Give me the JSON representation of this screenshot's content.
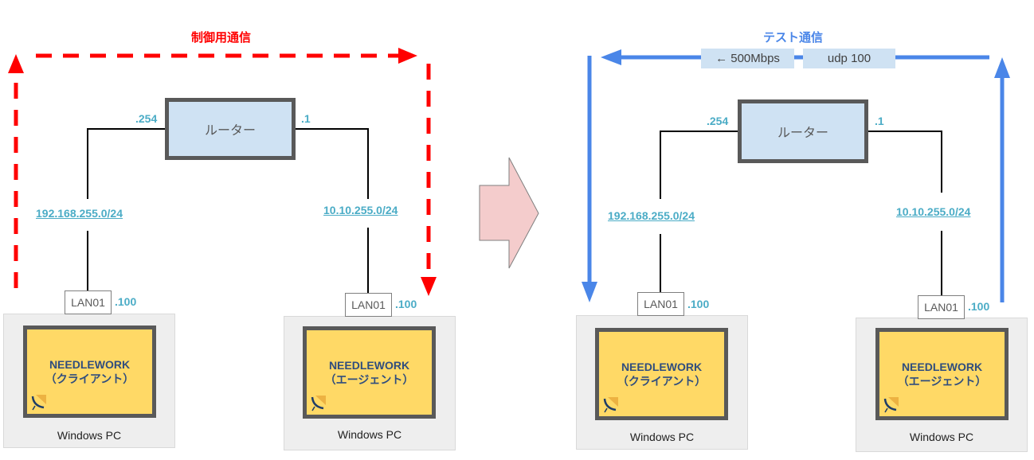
{
  "colors": {
    "control_flow": "#ff0000",
    "test_flow": "#4a86e8",
    "ip_label": "#4bacc6",
    "router_fill": "#cfe2f3",
    "app_fill": "#ffd966",
    "border": "#595959",
    "transition_arrow": "#f4cccc"
  },
  "left_panel": {
    "flow_title": "制御用通信",
    "router": {
      "label": "ルーター",
      "left_ip": ".254",
      "right_ip": ".1"
    },
    "left_network": "192.168.255.0/24",
    "right_network": "10.10.255.0/24",
    "client": {
      "port": "LAN01",
      "ip": ".100",
      "app_name": "NEEDLEWORK",
      "role": "（クライアント）",
      "host": "Windows PC"
    },
    "agent": {
      "port": "LAN01",
      "ip": ".100",
      "app_name": "NEEDLEWORK",
      "role": "（エージェント）",
      "host": "Windows PC"
    }
  },
  "right_panel": {
    "flow_title": "テスト通信",
    "tags": {
      "bandwidth": "← 500Mbps",
      "protocol": "udp 100"
    },
    "router": {
      "label": "ルーター",
      "left_ip": ".254",
      "right_ip": ".1"
    },
    "left_network": "192.168.255.0/24",
    "right_network": "10.10.255.0/24",
    "client": {
      "port": "LAN01",
      "ip": ".100",
      "app_name": "NEEDLEWORK",
      "role": "（クライアント）",
      "host": "Windows PC"
    },
    "agent": {
      "port": "LAN01",
      "ip": ".100",
      "app_name": "NEEDLEWORK",
      "role": "（エージェント）",
      "host": "Windows PC"
    }
  }
}
